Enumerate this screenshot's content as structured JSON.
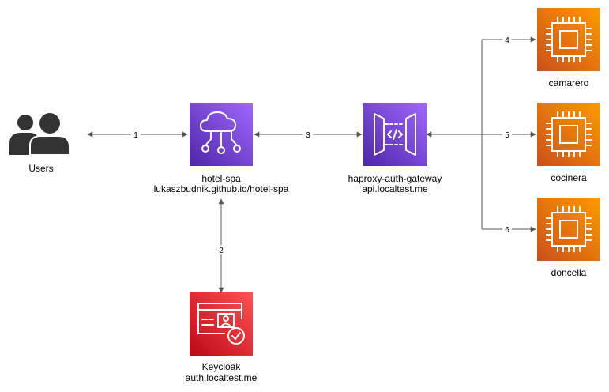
{
  "colors": {
    "frontend": "#7b3ff2",
    "security": "#dd3440",
    "compute": "#ed7a1a",
    "users_icon": "#333333",
    "connector": "#555555"
  },
  "nodes": {
    "users": {
      "label": "Users",
      "icon": "users-icon"
    },
    "spa": {
      "label_line1": "hotel-spa",
      "label_line2": "lukaszbudnik.github.io/hotel-spa",
      "icon": "cloud-network-icon"
    },
    "gateway": {
      "label_line1": "haproxy-auth-gateway",
      "label_line2": "api.localtest.me",
      "icon": "api-gateway-icon"
    },
    "keycloak": {
      "label_line1": "Keycloak",
      "label_line2": "auth.localtest.me",
      "icon": "identity-check-icon"
    },
    "camarero": {
      "label": "camarero",
      "icon": "chip-icon"
    },
    "cocinera": {
      "label": "cocinera",
      "icon": "chip-icon"
    },
    "doncella": {
      "label": "doncella",
      "icon": "chip-icon"
    }
  },
  "edges": {
    "e1": "1",
    "e2": "2",
    "e3": "3",
    "e4": "4",
    "e5": "5",
    "e6": "6"
  }
}
